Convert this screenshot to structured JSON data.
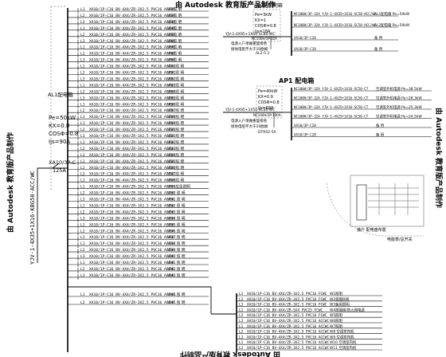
{
  "watermarks": {
    "top": "由 Autodesk 教育版产品制作",
    "left": "由 Autodesk 教育版产品制作",
    "right": "由 Autodesk 教育版产品制作",
    "bottom": "由 Autodesk 教育版产品制作"
  },
  "al1_panel": {
    "title": "AL1配电箱",
    "params": [
      "Pe=50kW",
      "KX=0.8",
      "COSΦ=0.8",
      "Ijs=90A"
    ],
    "main_breaker": "XA10/3P-C",
    "main_breaker_rating": "125A",
    "incoming_cable": "YJV-1-4X35+1X16-KBG50-ACC/WC"
  },
  "al1_circuits": [
    {
      "phase": "L1",
      "spec": "XA10/1P-C16 BV-4X4/ZR-3X2.5 PVC16 ACCWC",
      "desc": "W1照 明"
    },
    {
      "phase": "L2",
      "spec": "XA10/1P-C16 BV-4X4/ZR-3X2.5 PVC16 ACCWC",
      "desc": "W2照 明"
    },
    {
      "phase": "L3",
      "spec": "XA10/1P-C16 BV-4X4/ZR-3X2.5 PVC16 ACCWC",
      "desc": "W3照 明"
    },
    {
      "phase": "L1",
      "spec": "XA10/1P-C16 BV-4X4/ZR-3X2.5 PVC16 ACCWC",
      "desc": "W4照 明"
    },
    {
      "phase": "L2",
      "spec": "XA10/1P-C16 BV-4X4/ZR-3X2.5 PVC16 ACCWC",
      "desc": "W5照 明"
    },
    {
      "phase": "L3",
      "spec": "XA10/1P-C16 BV-4X4/ZR-3X2.5 PVC16 ACCWC",
      "desc": "W6照 明"
    },
    {
      "phase": "L1",
      "spec": "XA10/1P-C16 BV-4X4/ZR-3X2.5 PVC16 ACCWC",
      "desc": "W7照 明"
    },
    {
      "phase": "L2",
      "spec": "XA10/1P-C16 BV-4X4/ZR-3X2.5 PVC16 ACCWC",
      "desc": "W8照 明"
    },
    {
      "phase": "L3",
      "spec": "XA10/1P-C16 BV-4X4/ZR-3X2.5 PVC16 ACCWC",
      "desc": "W9照 明"
    },
    {
      "phase": "L1",
      "spec": "XA10/1P-C16 BV-4X4/ZR-3X2.5 PVC16 ACCWC",
      "desc": "W10照 明"
    },
    {
      "phase": "L2",
      "spec": "XA10/1P-C16 BV-4X4/ZR-3X2.5 PVC16 ACCWC",
      "desc": "W11照 明"
    },
    {
      "phase": "L3",
      "spec": "XA10/1P-C16 BV-4X4/ZR-3X2.5 PVC16 ACCWC",
      "desc": "W12照 明"
    },
    {
      "phase": "L1",
      "spec": "XA10/1P-C16 BV-4X4/ZR-3X2.5 PVC16 ACCWC",
      "desc": "W13照 明"
    },
    {
      "phase": "L2",
      "spec": "XA10/1P-C16 BV-4X4/ZR-3X2.5 PVC16 ACCWC",
      "desc": "W14照 明"
    },
    {
      "phase": "L3",
      "spec": "XA10/1P-C16 BV-4X4/ZR-3X2.5 PVC16 ACCWC",
      "desc": "W15照 明"
    },
    {
      "phase": "L1",
      "spec": "XA10/1P-C16 BV-4X4/ZR-3X2.5 PVC16 ACCWC",
      "desc": "W16照 明"
    },
    {
      "phase": "L2",
      "spec": "XA10/1P-C16 BV-4X4/ZR-3X2.5 PVC16 ACCWC",
      "desc": "W17照 明"
    },
    {
      "phase": "L3",
      "spec": "XA10/1P-C16 BV-4X4/ZR-3X2.5 PVC16 ACCWC",
      "desc": "W18照 明"
    },
    {
      "phase": "L1",
      "spec": "XA10/1P-C16 BV-4X4/ZR-3X2.5 PVC16 ACCWC",
      "desc": "W19照 明"
    },
    {
      "phase": "L2",
      "spec": "XA10/1P-C16 BV-4X4/ZR-3X2.5 PVC16 ACCWC",
      "desc": "W20照 明"
    },
    {
      "phase": "L3",
      "spec": "XA10/1P-C16 BV-4X4/ZR-3X2.5 PVC16 ACCWC",
      "desc": "W21照 明"
    },
    {
      "phase": "L1",
      "spec": "XA10/1P-C16 BV-4X4/ZR-3X2.5 PVC16 ACCWC",
      "desc": "W22照 明"
    },
    {
      "phase": "L2",
      "spec": "XA10/1P-C16 BV-4X4/ZR-3X2.5 PVC16 ACCWC",
      "desc": "W23照 明"
    },
    {
      "phase": "L3",
      "spec": "XA10/1P-C16 BV-4X4/ZR-3X2.5 PVC16 ACCWC",
      "desc": "W24照 明"
    },
    {
      "phase": "L1",
      "spec": "XA10/1P-C16 BV-4X4/ZR-3X2.5 PVC16 ACCWC",
      "desc": "W25照 明"
    },
    {
      "phase": "L2",
      "spec": "XA10/1P-C16 BV-4X4/ZR-3X2.5 PVC16 ACCWC",
      "desc": "W26照 明"
    },
    {
      "phase": "L3",
      "spec": "XA10/1P-C16 BV-4X4/ZR-3X2.5 PVC16 ACCWC",
      "desc": "W27照 明"
    },
    {
      "phase": "L1",
      "spec": "XA10/1P-C16 BV-4X4/ZR-3X2.5 PVC16 ACCWC",
      "desc": "W28照 明"
    },
    {
      "phase": "L1",
      "spec": "XA10/1P-C16 BV-4X4/ZR-3X2.5 PVC16 ACCWC",
      "desc": "W29应急照明"
    },
    {
      "phase": "L2",
      "spec": "XA10/1P-C16 BV-4X4/ZR-3X2.5 PVC16 ACCWC",
      "desc": "W30 照 明"
    },
    {
      "phase": "L3",
      "spec": "XA10/1P-C16 BV-4X4/ZR-3X2.5 PVC16 ACCWC",
      "desc": "W31 照 明"
    },
    {
      "phase": "L1",
      "spec": "XA10/1P-C16 BV-4X4/ZR-3X2.5 PVC16 ACCWC",
      "desc": "W32 照 明"
    },
    {
      "phase": "L2",
      "spec": "XA10/1P-C16 BV-4X4/ZR-3X2.5 PVC16 ACCWC",
      "desc": "W33 照 明"
    },
    {
      "phase": "L3",
      "spec": "XA10/1P-C16 BV-4X4/ZR-3X2.5 PVC16 ACCWC",
      "desc": "W34 照 明"
    },
    {
      "phase": "L1",
      "spec": "XA10/1P-C16 BV-4X4/ZR-3X2.5 PVC16 ACCWC",
      "desc": "W35 照 明"
    },
    {
      "phase": "L2",
      "spec": "XA10/1P-C16 BV-4X4/ZR-3X2.5 PVC16 ACCWC",
      "desc": "W36 照 明"
    },
    {
      "phase": "L3",
      "spec": "XA10/1P-C16 BV-4X4/ZR-3X2.5 PVC16 ACCWC",
      "desc": "W37 照 明"
    },
    {
      "phase": "L1",
      "spec": "XA10/1P-C16 BV-4X4/ZR-3X2.5 PVC16 ACCWC",
      "desc": "W38 照 明"
    },
    {
      "phase": "L2",
      "spec": "XA10/1P-C16 BV-4X4/ZR-3X2.5 PVC16 ACCWC",
      "desc": "W39 照 明"
    },
    {
      "phase": "L3",
      "spec": "XA10/1P-C16 BV-4X4/ZR-3X2.5 PVC16 ACCWC",
      "desc": "W40 照 明"
    },
    {
      "phase": "L1",
      "spec": "XA10/1P-C16 BV-4X4/ZR-3X2.5 PVC16 ACCWC",
      "desc": "W41 照 明"
    },
    {
      "phase": "L2",
      "spec": "XA10/1P-C16 BV-4X4/ZR-3X2.5 PVC16 ACCWC",
      "desc": "W42 照 明"
    },
    {
      "phase": "L3",
      "spec": "XA10/1P-C16 BV-4X4/ZR-3X2.5 PVC16 ACCWC",
      "desc": "W43 照 明"
    }
  ],
  "al1_bottom_circuits": [
    {
      "phase": "L1",
      "spec": "XA10/1P-C16 BV-4X4/ZR-3X2.5 PVC16 ACCWC",
      "desc": "W44 照 明"
    },
    {
      "phase": "L2",
      "spec": "XA10/1P-C16 BV-4X4/ZR-3X2.5 PVC16 ACCWC",
      "desc": "W45 照 明"
    }
  ],
  "mid_circuits": [
    {
      "phase": "L1",
      "spec": "XA10/1P-C16 BV-4X4/ZR-3X2.5 PVC16 FCWC",
      "desc": "W1照明"
    },
    {
      "phase": "L2",
      "spec": "XA10/1P-C16 BV-4X4/ZR-3X2.5 PVC16 FCWC",
      "desc": "W2排烟风机"
    },
    {
      "phase": "L3",
      "spec": "XA10/1P-C16 BV-4X4/ZR-3X2.5 PVC16 FCWC",
      "desc": "W3备用照明"
    },
    {
      "phase": "L1",
      "spec": "XA10/1P-C16 BV-4X4/ZR-5X4 PVC25 FCWC",
      "desc": "W4排烟阀/防火阀电源"
    },
    {
      "phase": "L2",
      "spec": "XA10/1P-C16 BV-4X4/ZR-3X2.5 PVC16 FCWC",
      "desc": "W5照明"
    },
    {
      "phase": "L3",
      "spec": "XA10/1P-C16 BV-4X4/ZR-3X2.5 PVC16 ACCWC",
      "desc": "W6照明"
    },
    {
      "phase": "L1",
      "spec": "XA10/1P-C16 BV-4X4/ZR-3X2.5 PVC16 ACCWC",
      "desc": "W7照明"
    },
    {
      "phase": "L2",
      "spec": "XA10/1P-C16 BV-4X4/ZR-3X2.5 PVC16 ACCWC",
      "desc": "W8 空调室内机"
    },
    {
      "phase": "L3",
      "spec": "XA10/1P-C16 BV-4X4/ZR-3X2.5 PVC16 ACCWC",
      "desc": "W9 空调室内机"
    },
    {
      "phase": "L1",
      "spec": "XA10/1P-C16 BV-4X4/ZR-3X2.5 PVC16 ACCWC",
      "desc": "W10 空调室内机"
    },
    {
      "phase": "L2",
      "spec": "XA10/1P-C16 BV-4X4/ZR-3X2.5 PVC16 ACCWC",
      "desc": "W11 空调室内机"
    }
  ],
  "alw_panel": {
    "title": "ALW 照明箱",
    "params": [
      "Pe=3kW",
      "KX=1",
      "COSΦ=0.8",
      "Ijs=18A"
    ],
    "breaker": "NC100H/3P-32A",
    "incoming_cable": "YJV-1-4X95+1X50-SC80-WC",
    "note": "电源入户须做重复接地",
    "note2": "接地电阻不大于10欧姆",
    "spd": "AL2-5 2",
    "circuits": [
      {
        "phase": "",
        "spec": "NC100H/3P-32A YJV-1-4X35+1X16-SC50-ACC/WC",
        "desc": "AL1配电箱 Pe=50kW"
      },
      {
        "phase": "",
        "spec": "NC100H/3P-32A YJV-1-4X35+1X16-SC50-ACC/WC",
        "desc": "AL2配电箱 Pe=50kW"
      },
      {
        "phase": "",
        "spec": "XA10/3P-C20",
        "desc": "备 用"
      },
      {
        "phase": "",
        "spec": "XA10/3P-C20",
        "desc": "备 用"
      }
    ]
  },
  "ap1_panel": {
    "title": "AP1 配电箱",
    "params": [
      "Pe=40kW",
      "KX=0.9",
      "COSΦ=0.8",
      "Ijs=68A"
    ],
    "breaker": "NC100H/3P-100A",
    "incoming_cable": "YJV-1-4X95+1X50-SC80-WC",
    "note": "电源入户须做重复接地",
    "note2": "接地电阻不大于10欧姆",
    "spd": "DTR02-5A",
    "circuits": [
      {
        "spec": "NC100H/3P-32A YJV-1-4X25+1X16-SC50-CT",
        "desc": "空调室外机电源 Pe=38.5kW"
      },
      {
        "spec": "NC100H/3P-32A YJV-1-4X25+1X16-SC50-CT",
        "desc": "空调室外机电源 Pe=28.3kW"
      },
      {
        "spec": "NC100H/3P-32A YJV-1-4X25+1X16-SC50-CT",
        "desc": "空调室外机电源 Pe=25.3kW"
      },
      {
        "spec": "NC100H/3P-32A YJV-1-4X25+1X16-SC50-CT",
        "desc": "空调室外机电源 Pe=24.5kW"
      },
      {
        "spec": "XA10/3P-C20",
        "desc": "备 用"
      },
      {
        "spec": "XA10/3P-C20",
        "desc": "备 用"
      }
    ]
  },
  "mini_drawing": {
    "caption1": "接户 配电盘布置",
    "caption2": "电能表/总开关"
  }
}
